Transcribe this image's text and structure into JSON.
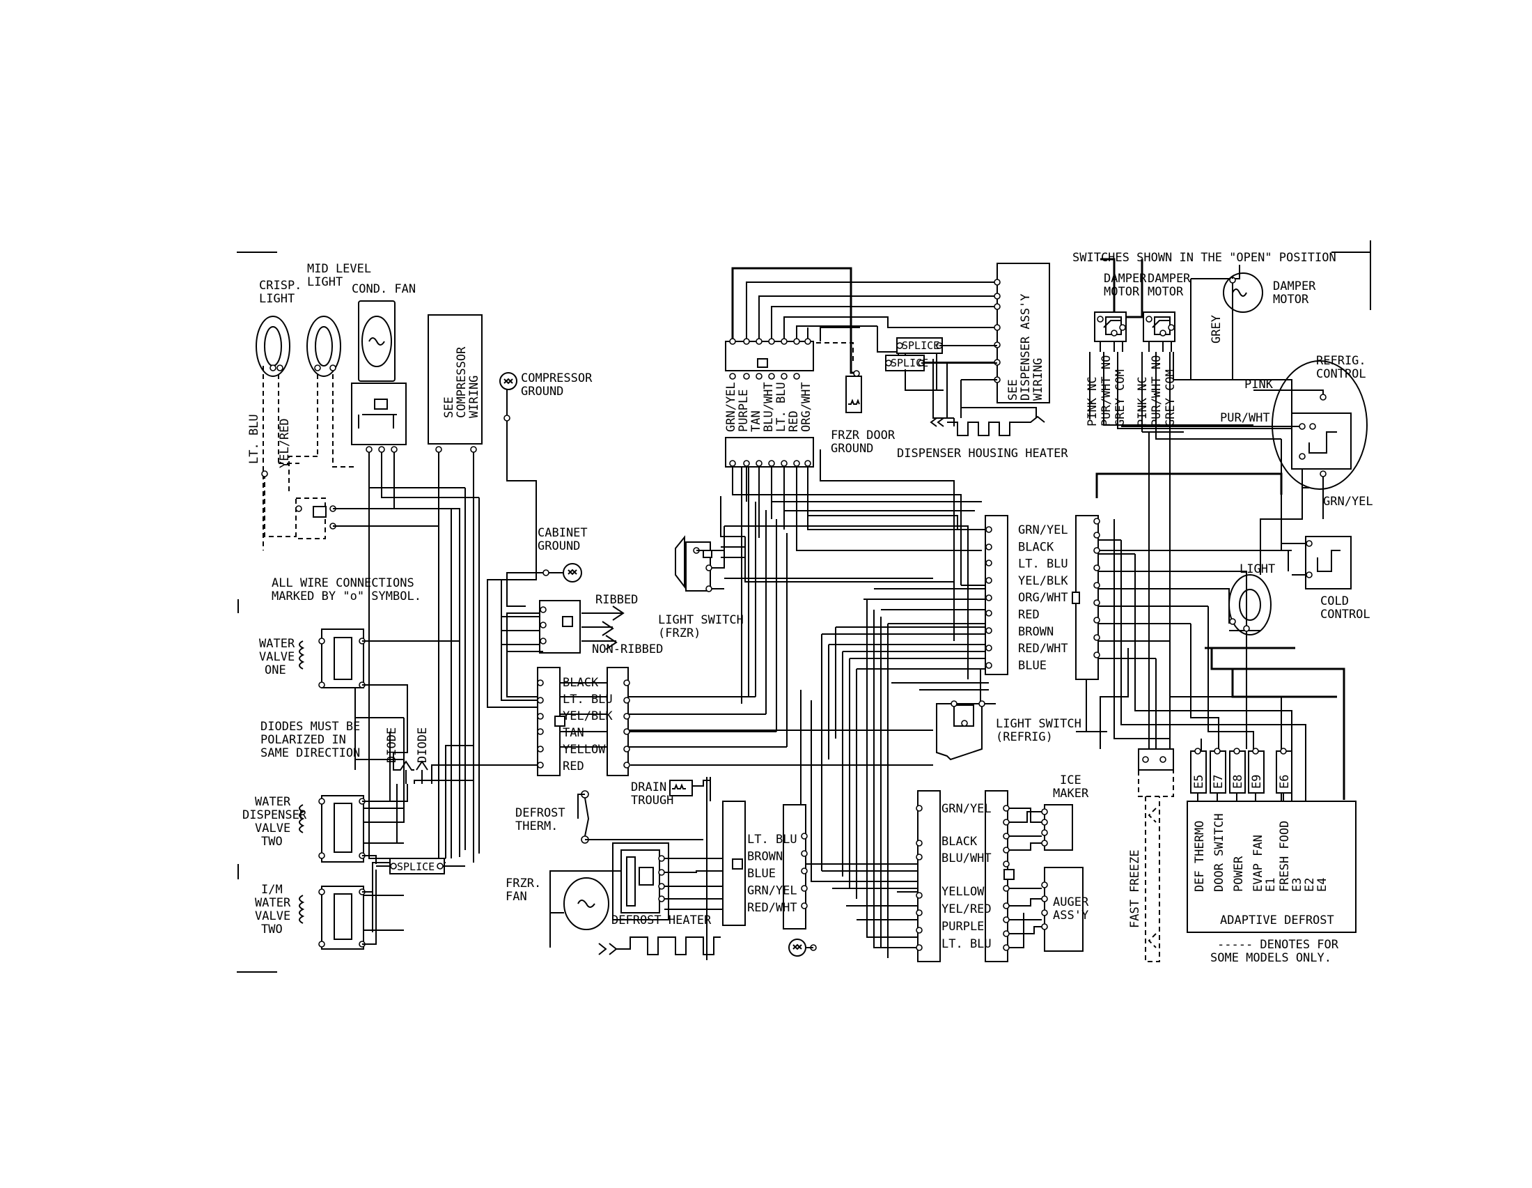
{
  "notes": {
    "switches_open": "SWITCHES SHOWN IN THE \"OPEN\" POSITION",
    "wire_connections_1": "ALL WIRE CONNECTIONS",
    "wire_connections_2": "MARKED BY \"o\" SYMBOL.",
    "diodes_1": "DIODES MUST BE",
    "diodes_2": "POLARIZED IN",
    "diodes_3": "SAME DIRECTION",
    "denotes_1": "----- DENOTES FOR",
    "denotes_2": "SOME MODELS ONLY."
  },
  "components": {
    "crisp_light_1": "CRISP.",
    "crisp_light_2": "LIGHT",
    "mid_level_light_1": "MID LEVEL",
    "mid_level_light_2": "LIGHT",
    "cond_fan": "COND. FAN",
    "see_compressor_1": "SEE",
    "see_compressor_2": "COMPRESSOR",
    "see_compressor_3": "WIRING",
    "compressor_ground_1": "COMPRESSOR",
    "compressor_ground_2": "GROUND",
    "cabinet_ground_1": "CABINET",
    "cabinet_ground_2": "GROUND",
    "ribbed": "RIBBED",
    "non_ribbed": "NON-RIBBED",
    "water_valve_one": [
      "WATER",
      "VALVE",
      "ONE"
    ],
    "water_dispenser_valve_two": [
      "WATER",
      "DISPENSER",
      "VALVE",
      "TWO"
    ],
    "im_water_valve_two": [
      "I/M",
      "WATER",
      "VALVE",
      "TWO"
    ],
    "splice": "SPLICE",
    "diode": "DIODE",
    "light_switch_frzr_1": "LIGHT SWITCH",
    "light_switch_frzr_2": "(FRZR)",
    "frzr_door_ground_1": "FRZR DOOR",
    "frzr_door_ground_2": "GROUND",
    "dispenser_housing_heater": "DISPENSER HOUSING HEATER",
    "see_dispenser_1": "SEE",
    "see_dispenser_2": "DISPENSER ASS'Y",
    "see_dispenser_3": "WIRING",
    "drain_trough_1": "DRAIN",
    "drain_trough_2": "TROUGH",
    "defrost_therm_1": "DEFROST",
    "defrost_therm_2": "THERM.",
    "frzr_fan_1": "FRZR.",
    "frzr_fan_2": "FAN",
    "defrost_heater": "DEFROST HEATER",
    "light_switch_refrig_1": "LIGHT SWITCH",
    "light_switch_refrig_2": "(REFRIG)",
    "ice_maker_1": "ICE",
    "ice_maker_2": "MAKER",
    "auger_1": "AUGER",
    "auger_2": "ASS'Y",
    "damper_motor_a": [
      "DAMPER",
      "MOTOR"
    ],
    "damper_motor_b": [
      "DAMPER",
      "MOTOR"
    ],
    "damper_motor_c": [
      "DAMPER",
      "MOTOR"
    ],
    "refrig_control_1": "REFRIG.",
    "refrig_control_2": "CONTROL",
    "cold_control_1": "COLD",
    "cold_control_2": "CONTROL",
    "light": "LIGHT",
    "fast_freeze": "FAST FREEZE",
    "adaptive_defrost": "ADAPTIVE DEFROST"
  },
  "wire_colors": {
    "lt_blu": "LT. BLU",
    "yel_red": "YEL/RED",
    "pink": "PINK",
    "pur_wht": "PUR/WHT",
    "grn_yel": "GRN/YEL",
    "grey": "GREY",
    "damper_sw_a": [
      "PINK NC",
      "PUR/WHT NO",
      "GREY COM"
    ],
    "damper_sw_b": [
      "PINK NC",
      "PUR/WHT NO",
      "GREY COM"
    ]
  },
  "harness_top_vertical": [
    "GRN/YEL",
    "PURPLE",
    "TAN",
    "BLU/WHT",
    "LT. BLU",
    "RED",
    "ORG/WHT"
  ],
  "harness_right_main": [
    "GRN/YEL",
    "BLACK",
    "LT. BLU",
    "YEL/BLK",
    "ORG/WHT",
    "RED",
    "BROWN",
    "RED/WHT",
    "BLUE"
  ],
  "harness_left_main": [
    "BLACK",
    "LT. BLU",
    "YEL/BLK",
    "TAN",
    "YELLOW",
    "RED"
  ],
  "harness_fan": [
    "LT. BLU",
    "BROWN",
    "BLUE",
    "GRN/YEL",
    "RED/WHT"
  ],
  "harness_icemaker": [
    "GRN/YEL",
    "BLACK",
    "BLU/WHT",
    "YELLOW",
    "YEL/RED",
    "PURPLE",
    "LT. BLU"
  ],
  "defrost_terminals": [
    "E5",
    "E7",
    "E8",
    "E9",
    "E6"
  ],
  "defrost_functions": [
    "DEF THERMO",
    "DOOR SWITCH",
    "POWER",
    "EVAP FAN",
    "E1",
    "FRESH FOOD",
    "E3",
    "E2",
    "E4"
  ]
}
